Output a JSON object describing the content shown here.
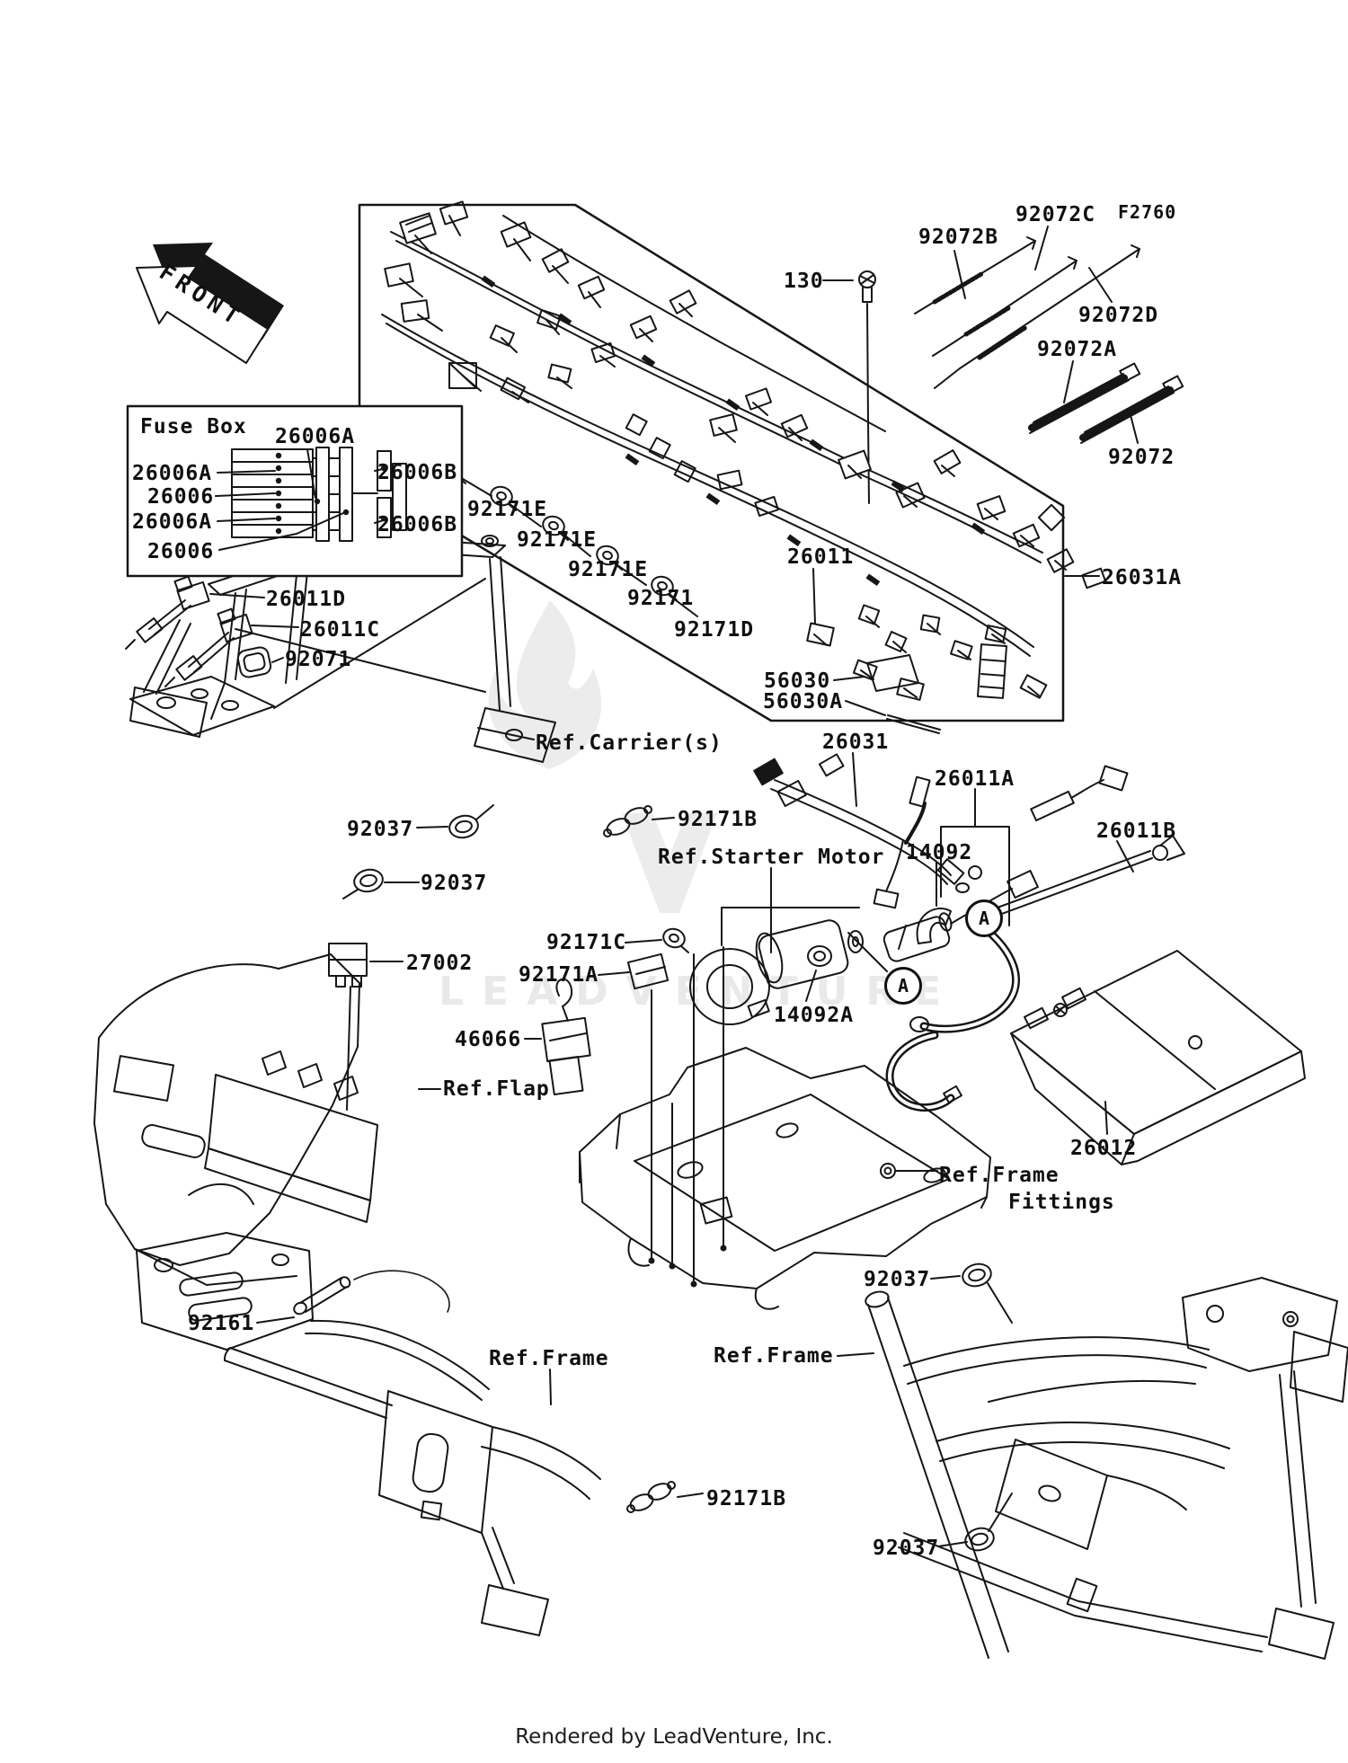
{
  "front_arrow": {
    "label": "FRONT"
  },
  "figure_code": "F2760",
  "watermark": {
    "text": "LEADVENTURE"
  },
  "footer": {
    "credit": "Rendered by LeadVenture, Inc."
  },
  "fuse_box": {
    "title": "Fuse Box",
    "top_label": "26006A",
    "left_labels": [
      "26006A",
      "26006",
      "26006A",
      "26006"
    ],
    "right_labels": [
      "26006B",
      "26006B"
    ]
  },
  "callout": {
    "letter": "A"
  },
  "labels": {
    "p130": "130",
    "p92072b": "92072B",
    "p92072c": "92072C",
    "p92072d": "92072D",
    "p92072a": "92072A",
    "p92072": "92072",
    "p92171e_1": "92171E",
    "p92171e_2": "92171E",
    "p92171e_3": "92171E",
    "p92171": "92171",
    "p92171d": "92171D",
    "p26011": "26011",
    "p26031a": "26031A",
    "p26011d": "26011D",
    "p26011c": "26011C",
    "p92071": "92071",
    "p56030": "56030",
    "p56030a": "56030A",
    "ref_carrier": "Ref.Carrier(s)",
    "p26031": "26031",
    "p92037_1": "92037",
    "p92037_2": "92037",
    "p92037_3": "92037",
    "p92037_4": "92037",
    "p92171b_1": "92171B",
    "p92171b_2": "92171B",
    "ref_starter": "Ref.Starter Motor",
    "p26011a": "26011A",
    "p14092": "14092",
    "p26011b": "26011B",
    "p92171c": "92171C",
    "p92171a": "92171A",
    "p27002": "27002",
    "p46066": "46066",
    "ref_flap": "Ref.Flap",
    "p14092a": "14092A",
    "p26012": "26012",
    "ref_frame_fittings_1": "Ref.Frame",
    "ref_frame_fittings_2": "Fittings",
    "p92161": "92161",
    "ref_frame_left": "Ref.Frame",
    "ref_frame_right": "Ref.Frame"
  }
}
